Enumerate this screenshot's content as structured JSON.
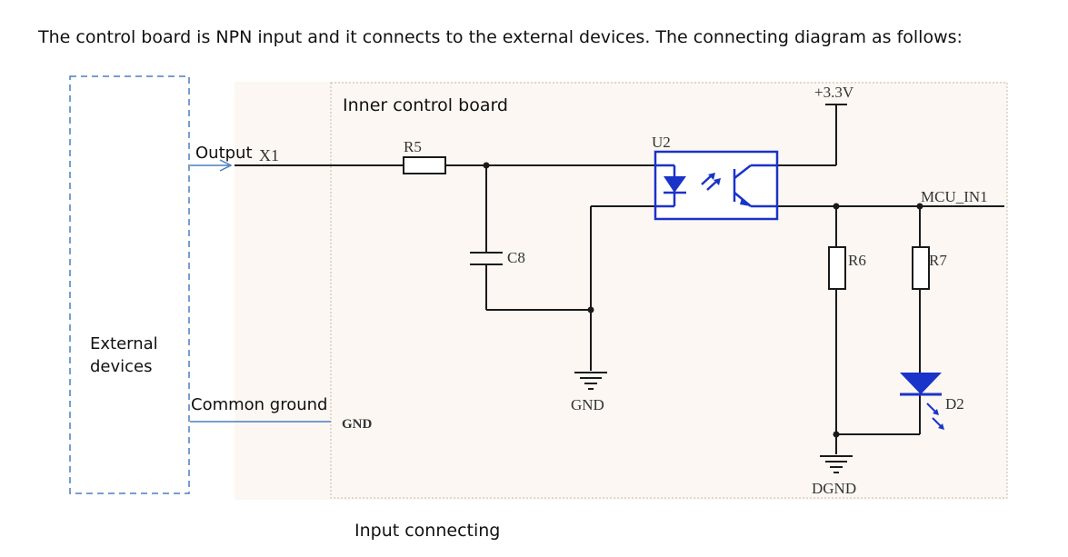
{
  "heading": "The control board is NPN input and it connects to the external devices. The connecting diagram as follows:",
  "caption": "Input connecting",
  "external": {
    "label_line1": "External",
    "label_line2": "devices",
    "output_label": "Output",
    "common_ground_label": "Common ground"
  },
  "board": {
    "title": "Inner control board",
    "nets": {
      "x1": "X1",
      "gnd_in": "GND",
      "vcc": "+3.3V",
      "mcu": "MCU_IN1",
      "gnd": "GND",
      "dgnd": "DGND"
    },
    "components": {
      "r5": "R5",
      "c8": "C8",
      "u2": "U2",
      "r6": "R6",
      "r7": "R7",
      "d2": "D2"
    }
  },
  "colors": {
    "wire": "#1a1a1a",
    "optocoupler": "#1a33c8",
    "led": "#1a33c8",
    "board_bg": "#fcf7f2",
    "dashed_box": "#4a7fc0",
    "arrow": "#4a7fc0"
  }
}
